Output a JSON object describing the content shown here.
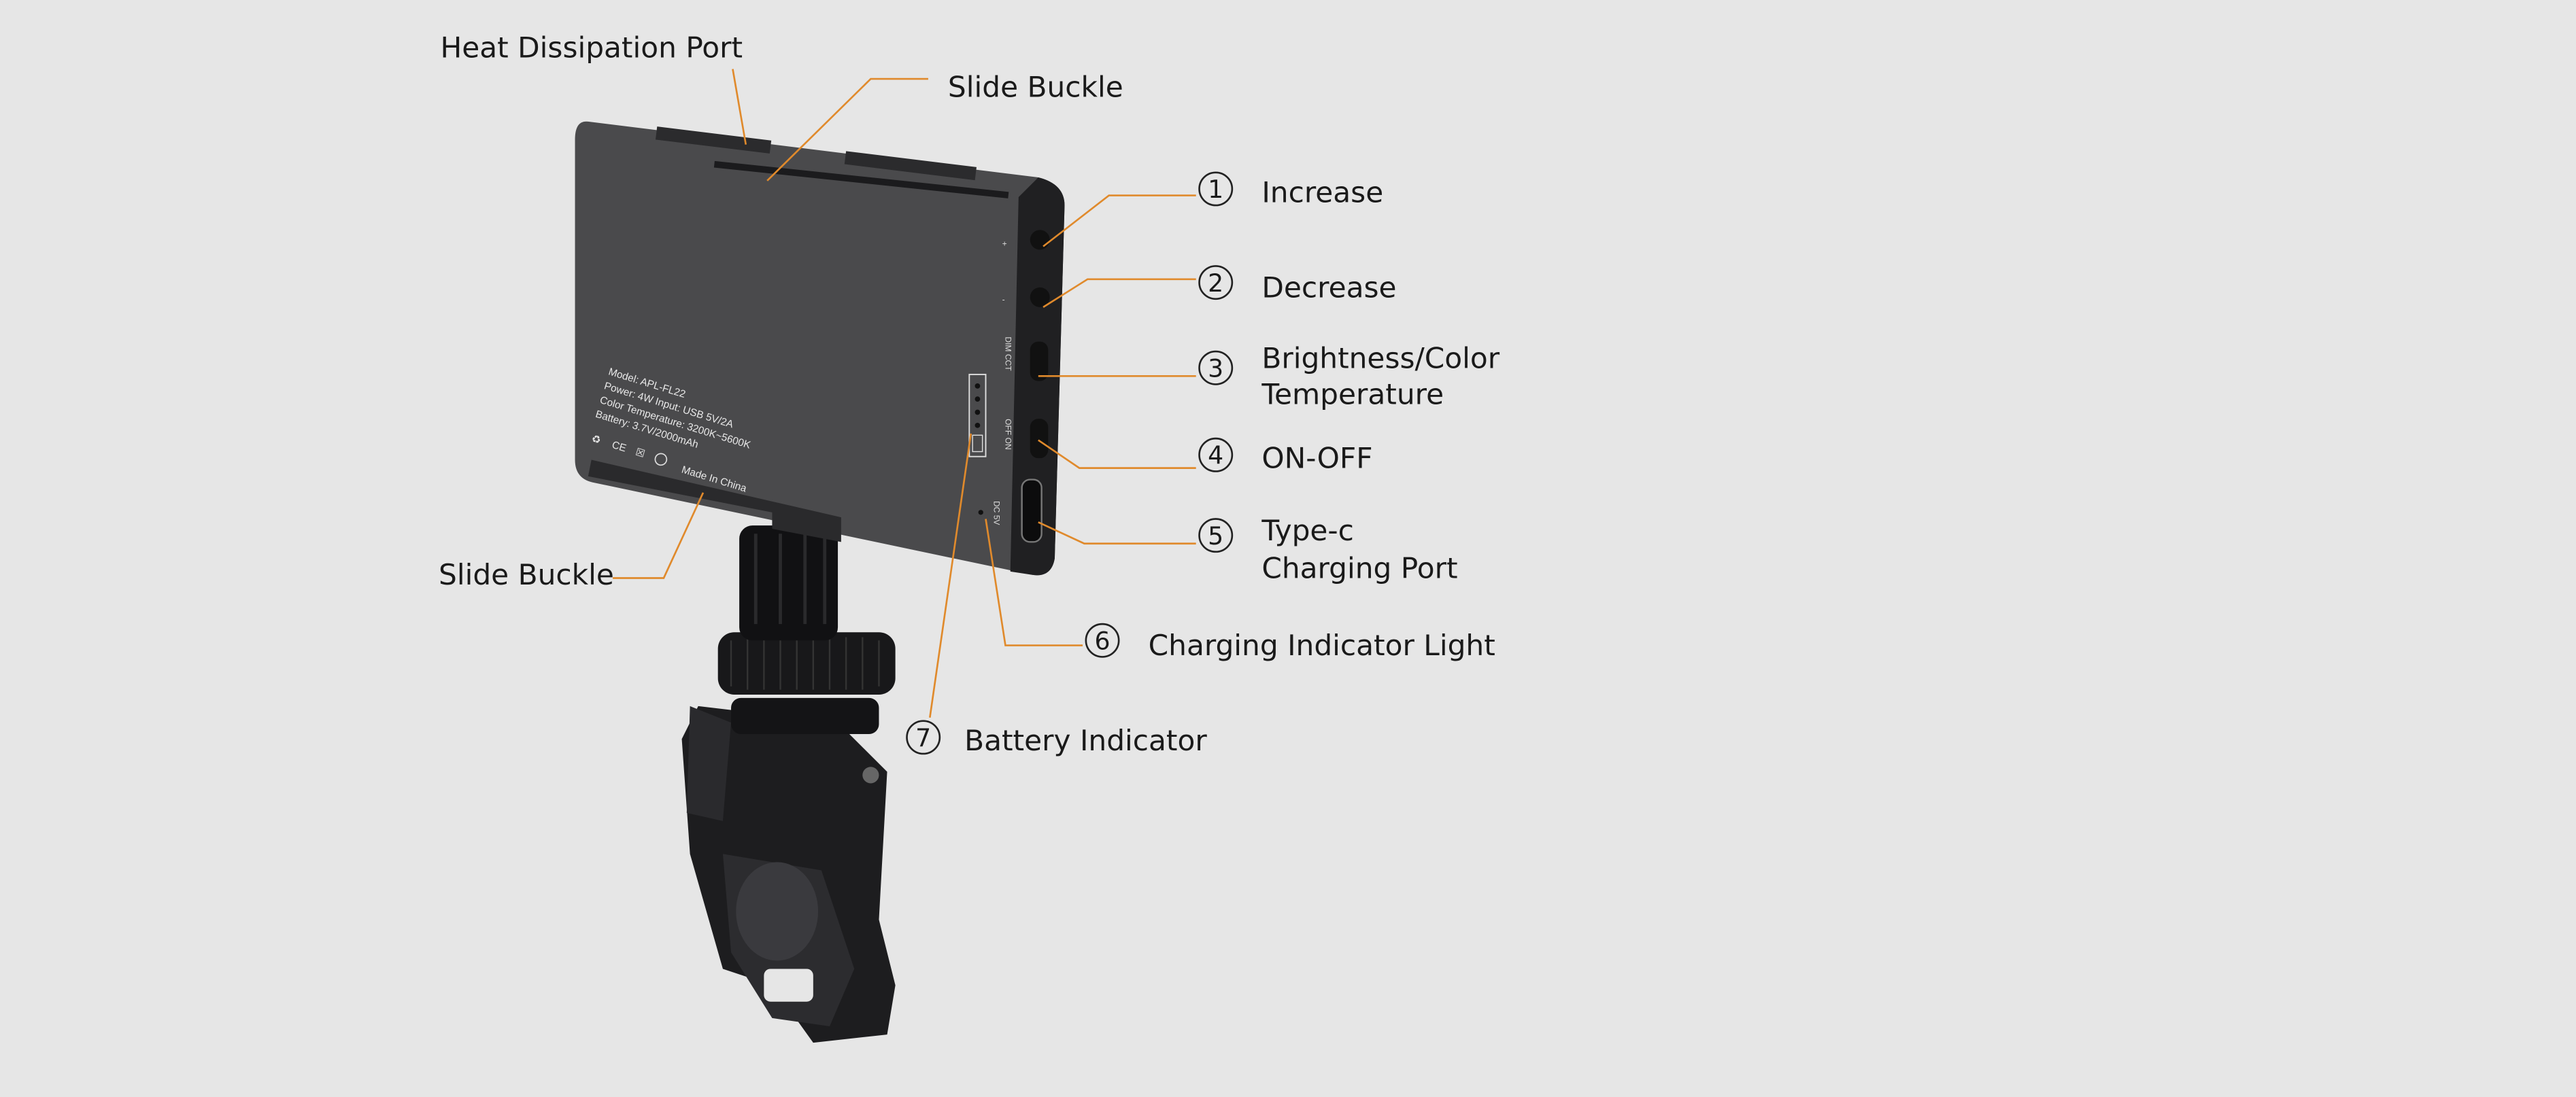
{
  "callouts": {
    "heat_port": "Heat Dissipation Port",
    "slide_buckle_top": "Slide Buckle",
    "slide_buckle_bottom": "Slide Buckle",
    "items": [
      {
        "num": "1",
        "label": "Increase"
      },
      {
        "num": "2",
        "label": "Decrease"
      },
      {
        "num": "3",
        "label_line1": "Brightness/Color",
        "label_line2": "Temperature"
      },
      {
        "num": "4",
        "label": "ON-OFF"
      },
      {
        "num": "5",
        "label_line1": "Type-c",
        "label_line2": "Charging Port"
      },
      {
        "num": "6",
        "label": "Charging Indicator Light"
      },
      {
        "num": "7",
        "label": "Battery Indicator"
      }
    ]
  },
  "device": {
    "spec_lines": [
      "Model: APL-FL22",
      "Power: 4W Input: USB 5V/2A",
      "Color Temperature: 3200K~5600K",
      "Battery: 3.7V/2000mAh"
    ],
    "made_in": "Made In China",
    "cert_marks": [
      "CE"
    ],
    "side_labels": {
      "plus": "+",
      "minus": "-",
      "dim_cct": "DIM CCT",
      "on_off": "OFF ON",
      "dc": "DC 5V"
    }
  },
  "colors": {
    "leader": "#e08a2c",
    "background": "#e6e6e6",
    "device": "#4a4a4a"
  }
}
